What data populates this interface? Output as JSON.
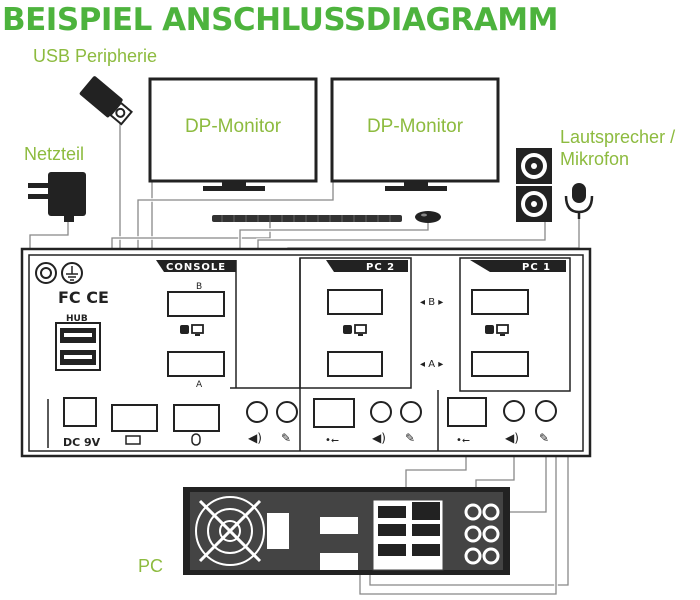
{
  "title": "BEISPIEL ANSCHLUSSDIAGRAMM",
  "labels": {
    "usb": "USB Peripherie",
    "netzteil": "Netzteil",
    "monitor1": "DP-Monitor",
    "monitor2": "DP-Monitor",
    "speaker_line1": "Lautsprecher /",
    "speaker_line2": "Mikrofon",
    "pc": "PC"
  },
  "kvm": {
    "console_tab": "CONSOLE",
    "pc2_tab": "PC 2",
    "pc1_tab": "PC 1",
    "port_b": "B",
    "port_a": "A",
    "hub": "HUB",
    "fc_ce": "FC CE",
    "dc": "DC 9V",
    "switch_b": "◂ B ▸",
    "switch_a": "◂ A ▸"
  },
  "colors": {
    "accent_green": "#4db33d",
    "label_green": "#8dbb3f",
    "device_dark": "#222222"
  }
}
